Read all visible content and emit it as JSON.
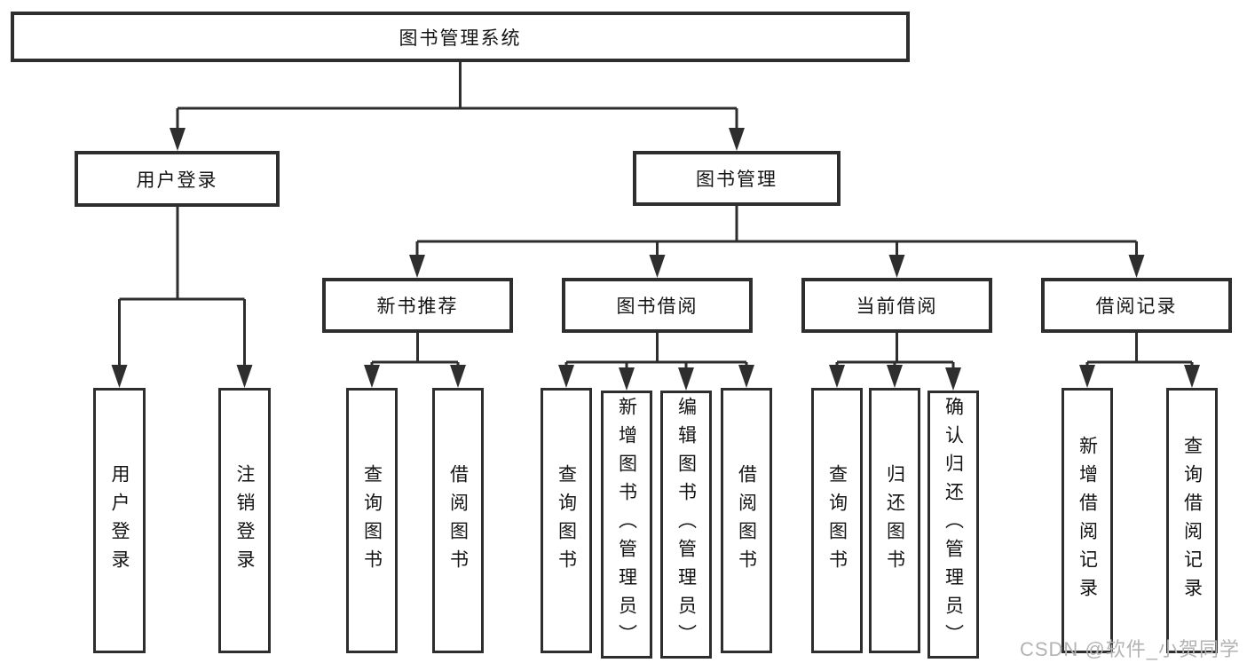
{
  "diagram": {
    "root": {
      "label": "图书管理系统"
    },
    "branches": [
      {
        "label": "用户登录",
        "children": [
          {
            "label": "用户登录"
          },
          {
            "label": "注销登录"
          }
        ]
      },
      {
        "label": "图书管理",
        "children": [
          {
            "label": "新书推荐",
            "children": [
              {
                "label": "查询图书"
              },
              {
                "label": "借阅图书"
              }
            ]
          },
          {
            "label": "图书借阅",
            "children": [
              {
                "label": "查询图书"
              },
              {
                "label": "新增图书（管理员）"
              },
              {
                "label": "编辑图书（管理员）"
              },
              {
                "label": "借阅图书"
              }
            ]
          },
          {
            "label": "当前借阅",
            "children": [
              {
                "label": "查询图书"
              },
              {
                "label": "归还图书"
              },
              {
                "label": "确认归还（管理员）"
              }
            ]
          },
          {
            "label": "借阅记录",
            "children": [
              {
                "label": "新增借阅记录"
              },
              {
                "label": "查询借阅记录"
              }
            ]
          }
        ]
      }
    ]
  },
  "watermark": {
    "text": "CSDN @软件_小贺同学"
  },
  "colors": {
    "line": "#2e2e2e",
    "text": "#141414",
    "background": "#ffffff",
    "watermark": "#b3b3b3"
  }
}
